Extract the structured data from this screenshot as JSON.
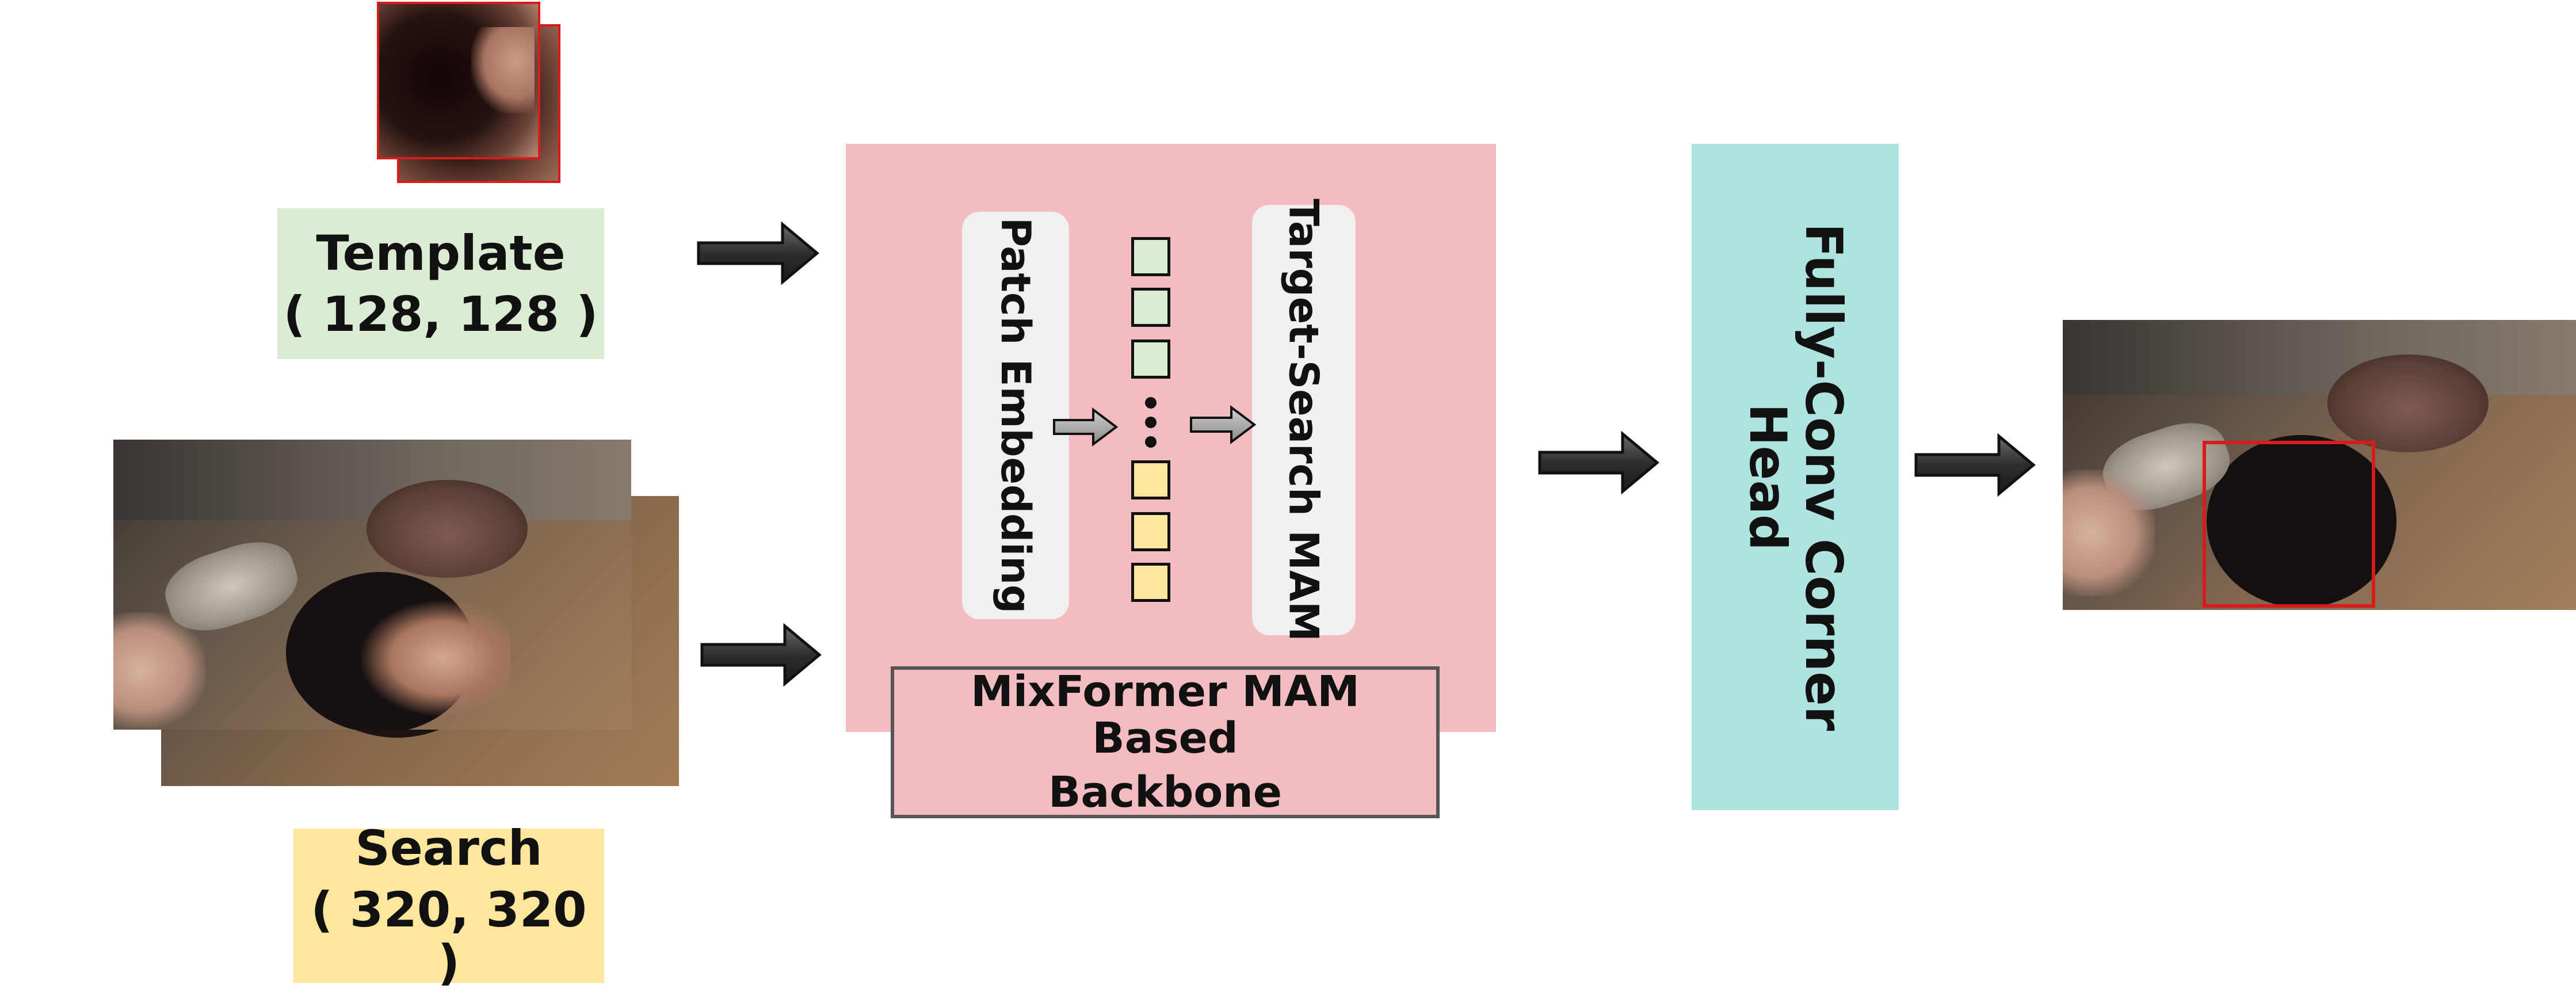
{
  "template": {
    "title": "Template",
    "size": "( 128, 128 )"
  },
  "search": {
    "title": "Search",
    "size": "( 320, 320 )"
  },
  "backbone": {
    "patch_embedding": "Patch Embedding",
    "target_search": "Target-Search MAM",
    "ellipsis": "...",
    "caption_line1": "MixFormer MAM Based",
    "caption_line2": "Backbone"
  },
  "head": {
    "line1": "Fully-Conv Corner",
    "line2": "Head"
  },
  "colors": {
    "template_bg": "#dcecd4",
    "search_bg": "#fde79c",
    "backbone_bg": "#f2bcc0",
    "head_bg": "#aee3df",
    "pill_bg": "#f0f0f0",
    "token_green": "#dcecd4",
    "token_yellow": "#fde79c",
    "arrow_fill": "#3a3a3a",
    "box_red": "#d81c1c"
  }
}
